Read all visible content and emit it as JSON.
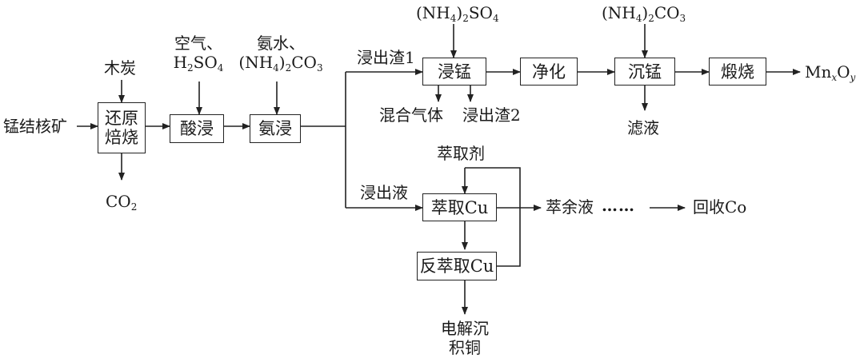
{
  "raw_material": "锰结核矿",
  "reagents": {
    "charcoal": "木炭",
    "acid_line1": "空气、",
    "acid_line2_pre": "H",
    "acid_line2_sub": "2",
    "acid_line2_post": "SO",
    "acid_line2_sub2": "4",
    "ammonia_line1": "氨水、",
    "nh4_open": "(NH",
    "nh4_sub": "4",
    "nh4_close": ")",
    "nh4_sub2": "2",
    "co3": "CO",
    "co3_sub": "3",
    "so4": "SO",
    "so4_sub": "4",
    "extractant": "萃取剂"
  },
  "boxes": {
    "roast_line1": "还原",
    "roast_line2": "焙烧",
    "acid_leach": "酸浸",
    "ammonia_leach": "氨浸",
    "mn_leach": "浸锰",
    "purify": "净化",
    "precip_mn": "沉锰",
    "calcine": "煅烧",
    "extract_cu": "萃取Cu",
    "back_extract_cu": "反萃取Cu"
  },
  "streams": {
    "co2_main": "CO",
    "co2_sub": "2",
    "leach_residue1": "浸出渣1",
    "leach_liquor": "浸出液",
    "mixed_gas": "混合气体",
    "leach_residue2": "浸出渣2",
    "filtrate": "滤液",
    "product_mn": "Mn",
    "product_x": "x",
    "product_o": "O",
    "product_y": "y",
    "raffinate": "萃余液",
    "dots": "……",
    "recover_co": "回收Co",
    "electro_line1": "电解沉",
    "electro_line2": "积铜"
  }
}
